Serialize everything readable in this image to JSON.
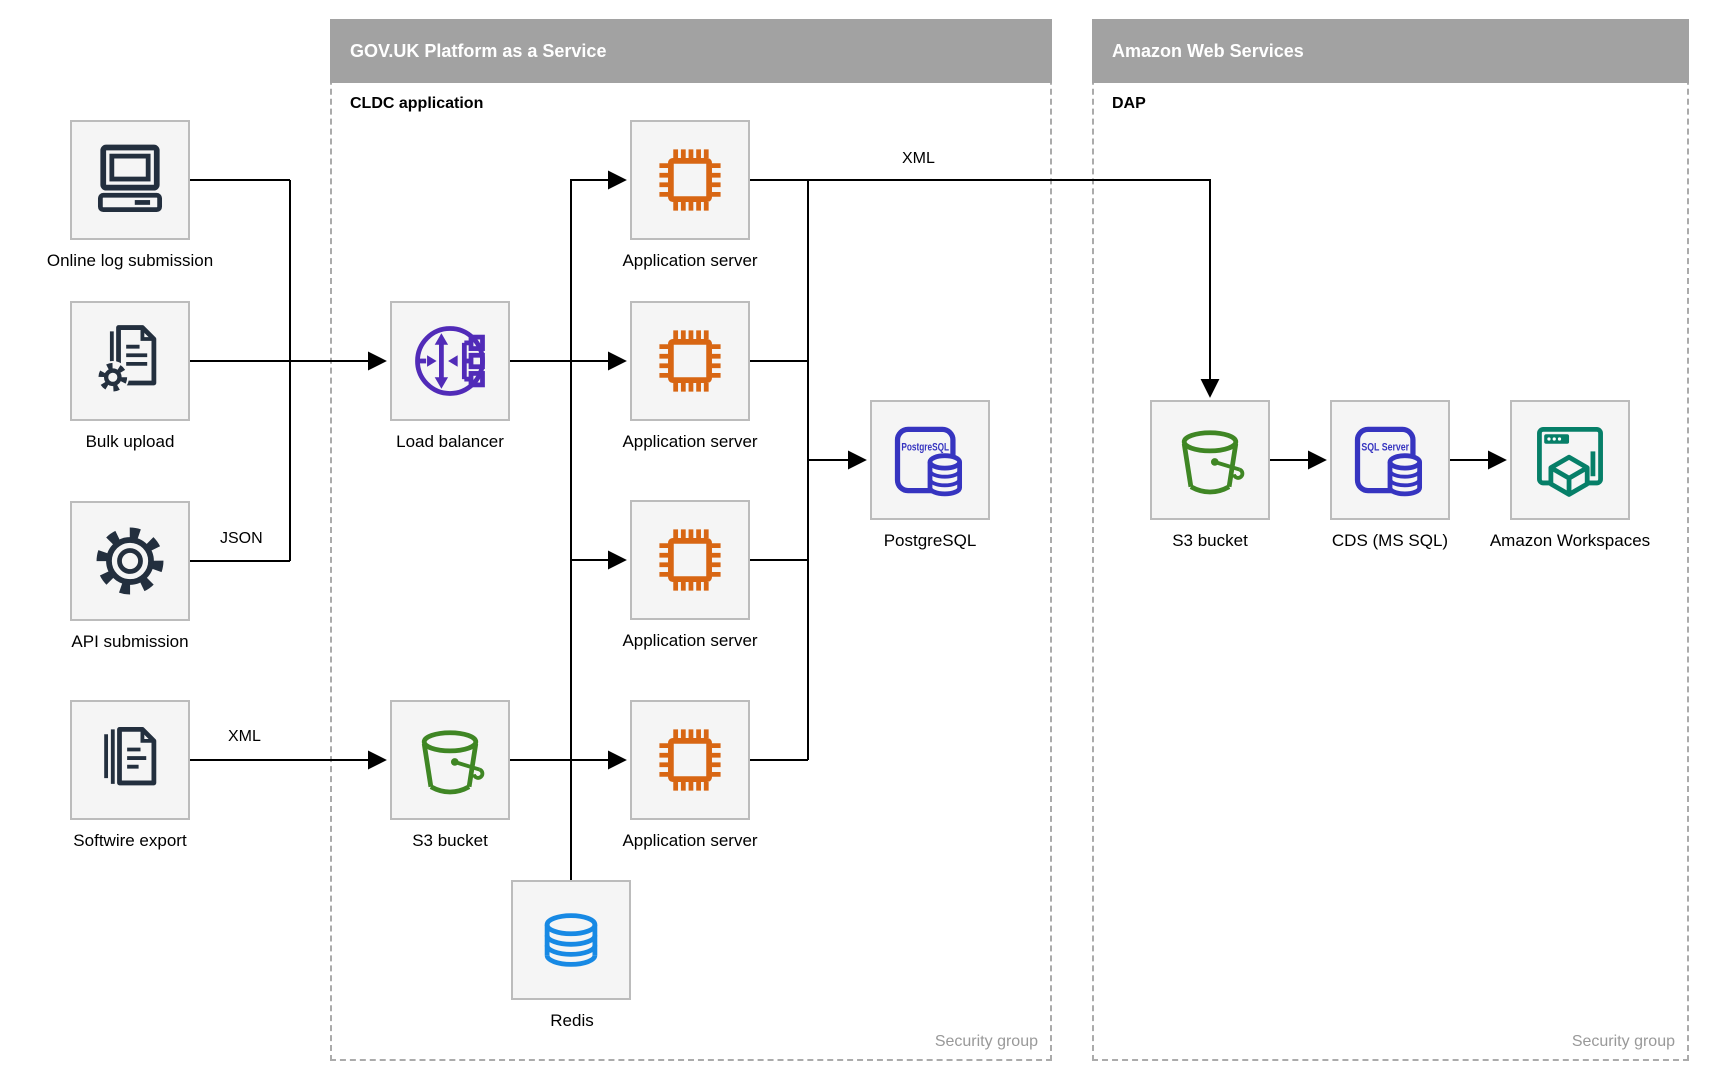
{
  "groups": {
    "paas": {
      "header": "GOV.UK Platform as a Service",
      "sublabel": "CLDC application",
      "footer": "Security group"
    },
    "aws": {
      "header": "Amazon Web Services",
      "sublabel": "DAP",
      "footer": "Security group"
    }
  },
  "nodes": {
    "online_log": {
      "label": "Online log submission",
      "icon": "desktop-computer-icon"
    },
    "bulk_upload": {
      "label": "Bulk upload",
      "icon": "document-gear-icon"
    },
    "api_submission": {
      "label": "API submission",
      "icon": "gear-icon"
    },
    "softwire_export": {
      "label": "Softwire export",
      "icon": "documents-icon"
    },
    "load_balancer": {
      "label": "Load balancer",
      "icon": "load-balancer-icon"
    },
    "app_server_1": {
      "label": "Application server",
      "icon": "chip-icon"
    },
    "app_server_2": {
      "label": "Application server",
      "icon": "chip-icon"
    },
    "app_server_3": {
      "label": "Application server",
      "icon": "chip-icon"
    },
    "app_server_4": {
      "label": "Application server",
      "icon": "chip-icon"
    },
    "postgresql": {
      "label": "PostgreSQL",
      "badge": "PostgreSQL",
      "icon": "postgresql-icon"
    },
    "s3_bucket_paas": {
      "label": "S3 bucket",
      "icon": "s3-bucket-icon"
    },
    "redis": {
      "label": "Redis",
      "icon": "redis-icon"
    },
    "s3_bucket_aws": {
      "label": "S3 bucket",
      "icon": "s3-bucket-icon"
    },
    "cds": {
      "label": "CDS (MS SQL)",
      "badge": "SQL Server",
      "icon": "sql-server-icon"
    },
    "workspaces": {
      "label": "Amazon Workspaces",
      "icon": "workspaces-icon"
    }
  },
  "edge_labels": {
    "json": "JSON",
    "xml_softwire": "XML",
    "xml_app_server": "XML"
  },
  "colors": {
    "source_icon": "#232F3E",
    "load_balancer": "#512BB8",
    "app_server": "#D86613",
    "database": "#3634C0",
    "bucket": "#3F8624",
    "workspaces": "#067F68",
    "redis": "#1789E4",
    "group_header_bg": "#A2A2A2",
    "group_border": "#ABABAB",
    "node_bg": "#F5F5F5",
    "node_border": "#BCBCBC",
    "edge": "#000000",
    "security_label": "#999999"
  }
}
